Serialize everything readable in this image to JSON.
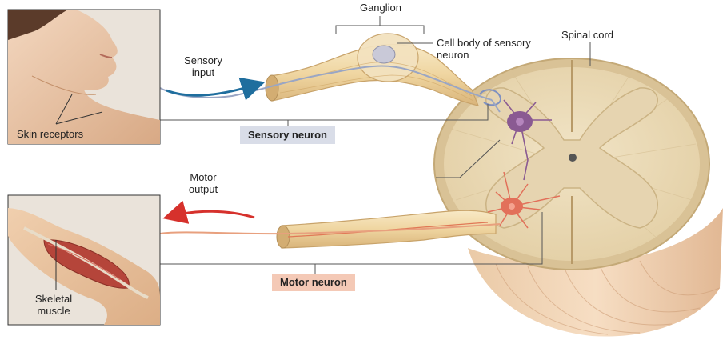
{
  "labels": {
    "ganglion": "Ganglion",
    "cell_body_line1": "Cell body of sensory",
    "cell_body_line2": "neuron",
    "spinal_cord": "Spinal cord",
    "sensory_input_line1": "Sensory",
    "sensory_input_line2": "input",
    "skin_receptors": "Skin receptors",
    "sensory_neuron": "Sensory neuron",
    "motor_output_line1": "Motor",
    "motor_output_line2": "output",
    "skeletal_muscle_line1": "Skeletal",
    "skeletal_muscle_line2": "muscle",
    "motor_neuron": "Motor neuron"
  },
  "colors": {
    "sensory_pill": "#d9dde8",
    "motor_pill": "#f4c9b6",
    "sensory_arrow": "#1f6e9e",
    "motor_arrow": "#d6312c",
    "nerve": "#f0d9a8",
    "sensory_neuron_cell": "#8a5a92",
    "motor_neuron_cell": "#e2705a"
  },
  "icons": {
    "sensory_input_arrow": "arrow-right",
    "motor_output_arrow": "arrow-left"
  }
}
